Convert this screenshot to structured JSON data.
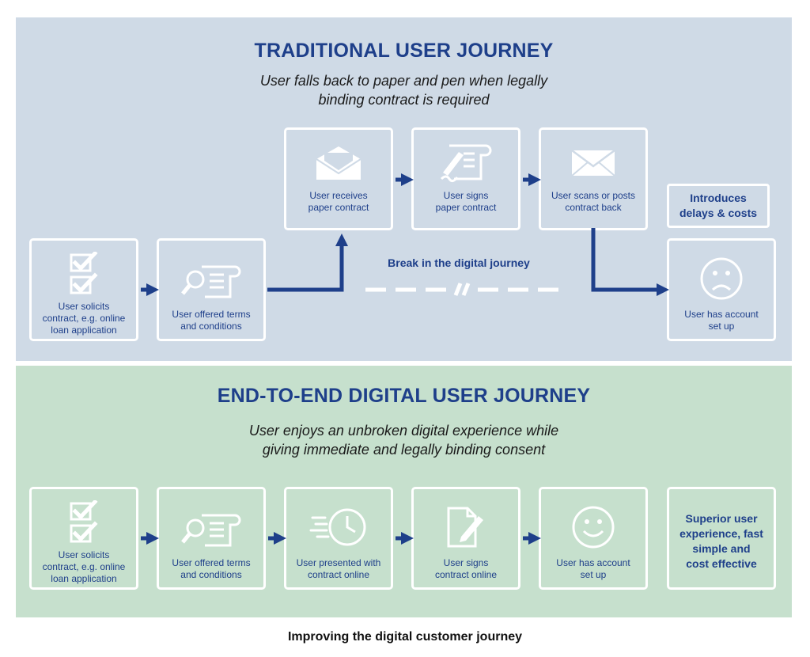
{
  "traditional": {
    "title": "TRADITIONAL USER JOURNEY",
    "subtitle": "User falls back to paper and pen when legally\nbinding contract is required",
    "steps": [
      {
        "label": "User solicits\ncontract, e.g. online\nloan application",
        "icon": "checklist-icon"
      },
      {
        "label": "User offered terms\nand conditions",
        "icon": "terms-scroll-icon"
      },
      {
        "label": "User receives\npaper contract",
        "icon": "open-envelope-icon"
      },
      {
        "label": "User signs\npaper contract",
        "icon": "signing-scroll-icon"
      },
      {
        "label": "User scans or posts\ncontract back",
        "icon": "envelope-icon"
      },
      {
        "label": "User has account\nset up",
        "icon": "sad-face-icon"
      }
    ],
    "note": "Introduces\ndelays & costs",
    "break_label": "Break in the digital journey"
  },
  "digital": {
    "title": "END-TO-END DIGITAL USER JOURNEY",
    "subtitle": "User enjoys an unbroken digital experience while\ngiving immediate and legally binding consent",
    "steps": [
      {
        "label": "User solicits\ncontract, e.g. online\nloan application",
        "icon": "checklist-icon"
      },
      {
        "label": "User offered terms\nand conditions",
        "icon": "terms-scroll-icon"
      },
      {
        "label": "User presented with\ncontract online",
        "icon": "fast-clock-icon"
      },
      {
        "label": "User signs\ncontract online",
        "icon": "sign-document-icon"
      },
      {
        "label": "User has account\nset up",
        "icon": "happy-face-icon"
      }
    ],
    "outcome": "Superior user\nexperience, fast\nsimple and\ncost effective"
  },
  "caption": "Improving the digital customer journey",
  "colors": {
    "navy": "#1e3f8a",
    "top_bg": "#cfdae6",
    "bottom_bg": "#c6e0cd",
    "box_border": "#ffffff"
  }
}
